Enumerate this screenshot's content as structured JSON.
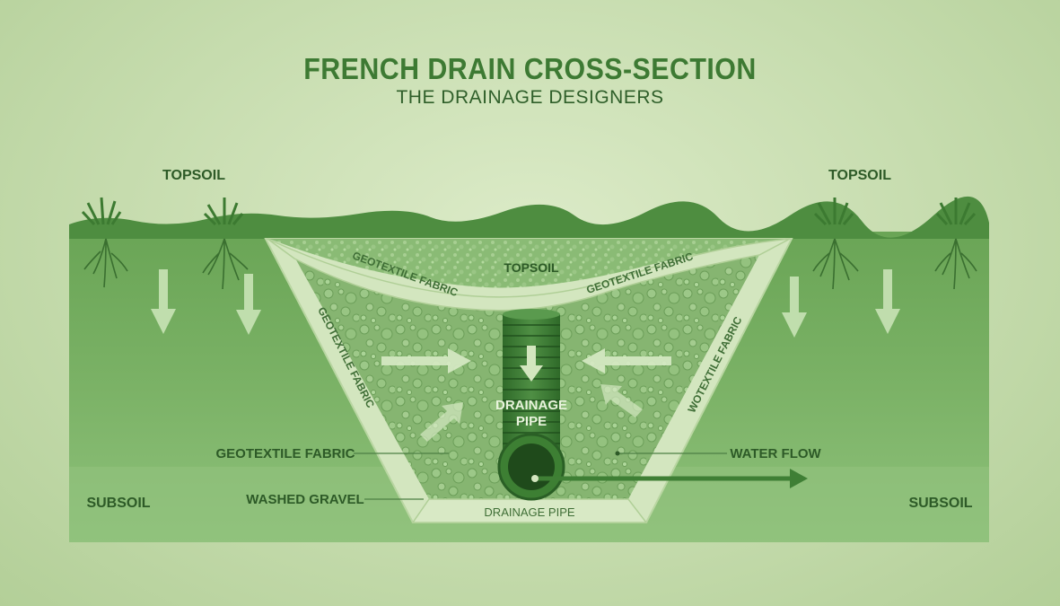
{
  "header": {
    "title": "FRENCH DRAIN CROSS-SECTION",
    "subtitle": "THE DRAINAGE DESIGNERS"
  },
  "labels": {
    "topsoil_left": "TOPSOIL",
    "topsoil_right": "TOPSOIL",
    "topsoil_center": "TOPSOIL",
    "subsoil_left": "SUBSOIL",
    "subsoil_right": "SUBSOIL",
    "fabric_top_left": "GEOTEXTILE FABRIC",
    "fabric_top_right": "GEOTEXTILE FABRIC",
    "fabric_left_wall": "GEOTEXTILE FABRIC",
    "fabric_right_wall": "WOTEXTILE FABRIC",
    "drainage_pipe_line1": "DRAINAGE",
    "drainage_pipe_line2": "PIPE",
    "bottom_layer": "DRAINAGE PIPE",
    "callout_fabric": "GEOTEXTILE FABRIC",
    "callout_gravel": "WASHED GRAVEL",
    "callout_water": "WATER FLOW"
  },
  "colors": {
    "title": "#3d7a33",
    "soil": "#7cb067",
    "soil_dark": "#5e9a4c",
    "grass": "#4b8a3e",
    "gravel": "#8fbb7a",
    "fabric": "#cfe3b9",
    "pipe": "#3f7f35",
    "pipe_dark": "#1f4f1c",
    "label": "#2d5a27"
  }
}
